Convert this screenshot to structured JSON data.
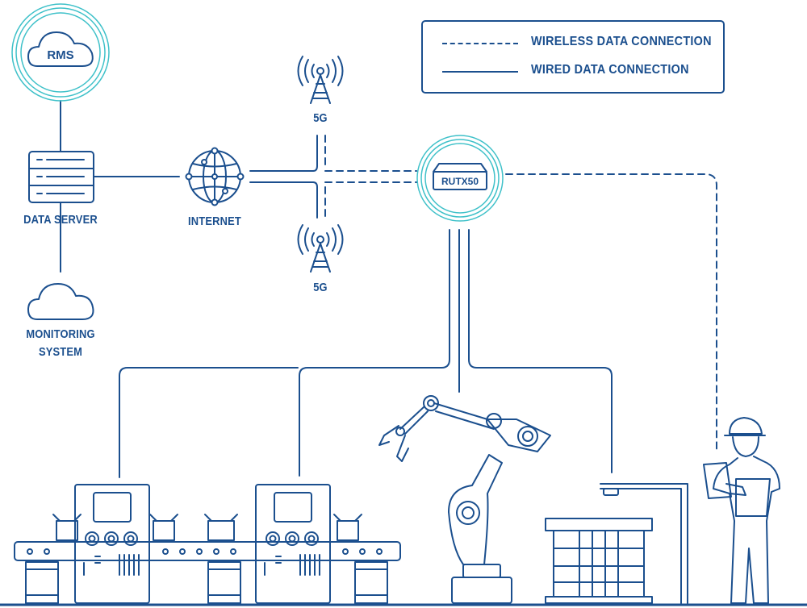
{
  "legend": {
    "wireless": "WIRELESS DATA CONNECTION",
    "wired": "WIRED DATA CONNECTION"
  },
  "nodes": {
    "rms": "RMS",
    "data_server": "DATA SERVER",
    "internet": "INTERNET",
    "tower_top": "5G",
    "tower_bottom": "5G",
    "monitoring_line1": "MONITORING",
    "monitoring_line2": "SYSTEM",
    "router": "RUTX50"
  },
  "colors": {
    "line": "#1b4f8e",
    "accent": "#3fc1c9",
    "background": "#ffffff"
  },
  "icons": [
    "cloud-icon",
    "server-icon",
    "globe-icon",
    "cell-tower-icon",
    "router-icon",
    "conveyor-machine-icon",
    "robot-arm-icon",
    "pallet-rack-icon",
    "worker-tablet-icon"
  ]
}
